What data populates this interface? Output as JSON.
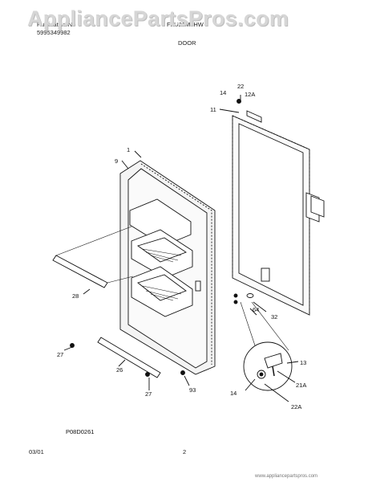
{
  "header": {
    "left_line1": "Publication No",
    "left_line2": "5995349982",
    "model": "FFU21M2HW",
    "section": "DOOR"
  },
  "watermark": "AppliancePartsPros.com",
  "callouts": [
    "22",
    "14",
    "12A",
    "11",
    "1",
    "9",
    "28",
    "64",
    "32",
    "27",
    "26",
    "13",
    "21A",
    "27",
    "93",
    "14",
    "22A"
  ],
  "diagram_code": "P08D0261",
  "footer": {
    "date": "03/01",
    "page": "2"
  },
  "bottom_watermark": "www.appliancepartspros.com"
}
